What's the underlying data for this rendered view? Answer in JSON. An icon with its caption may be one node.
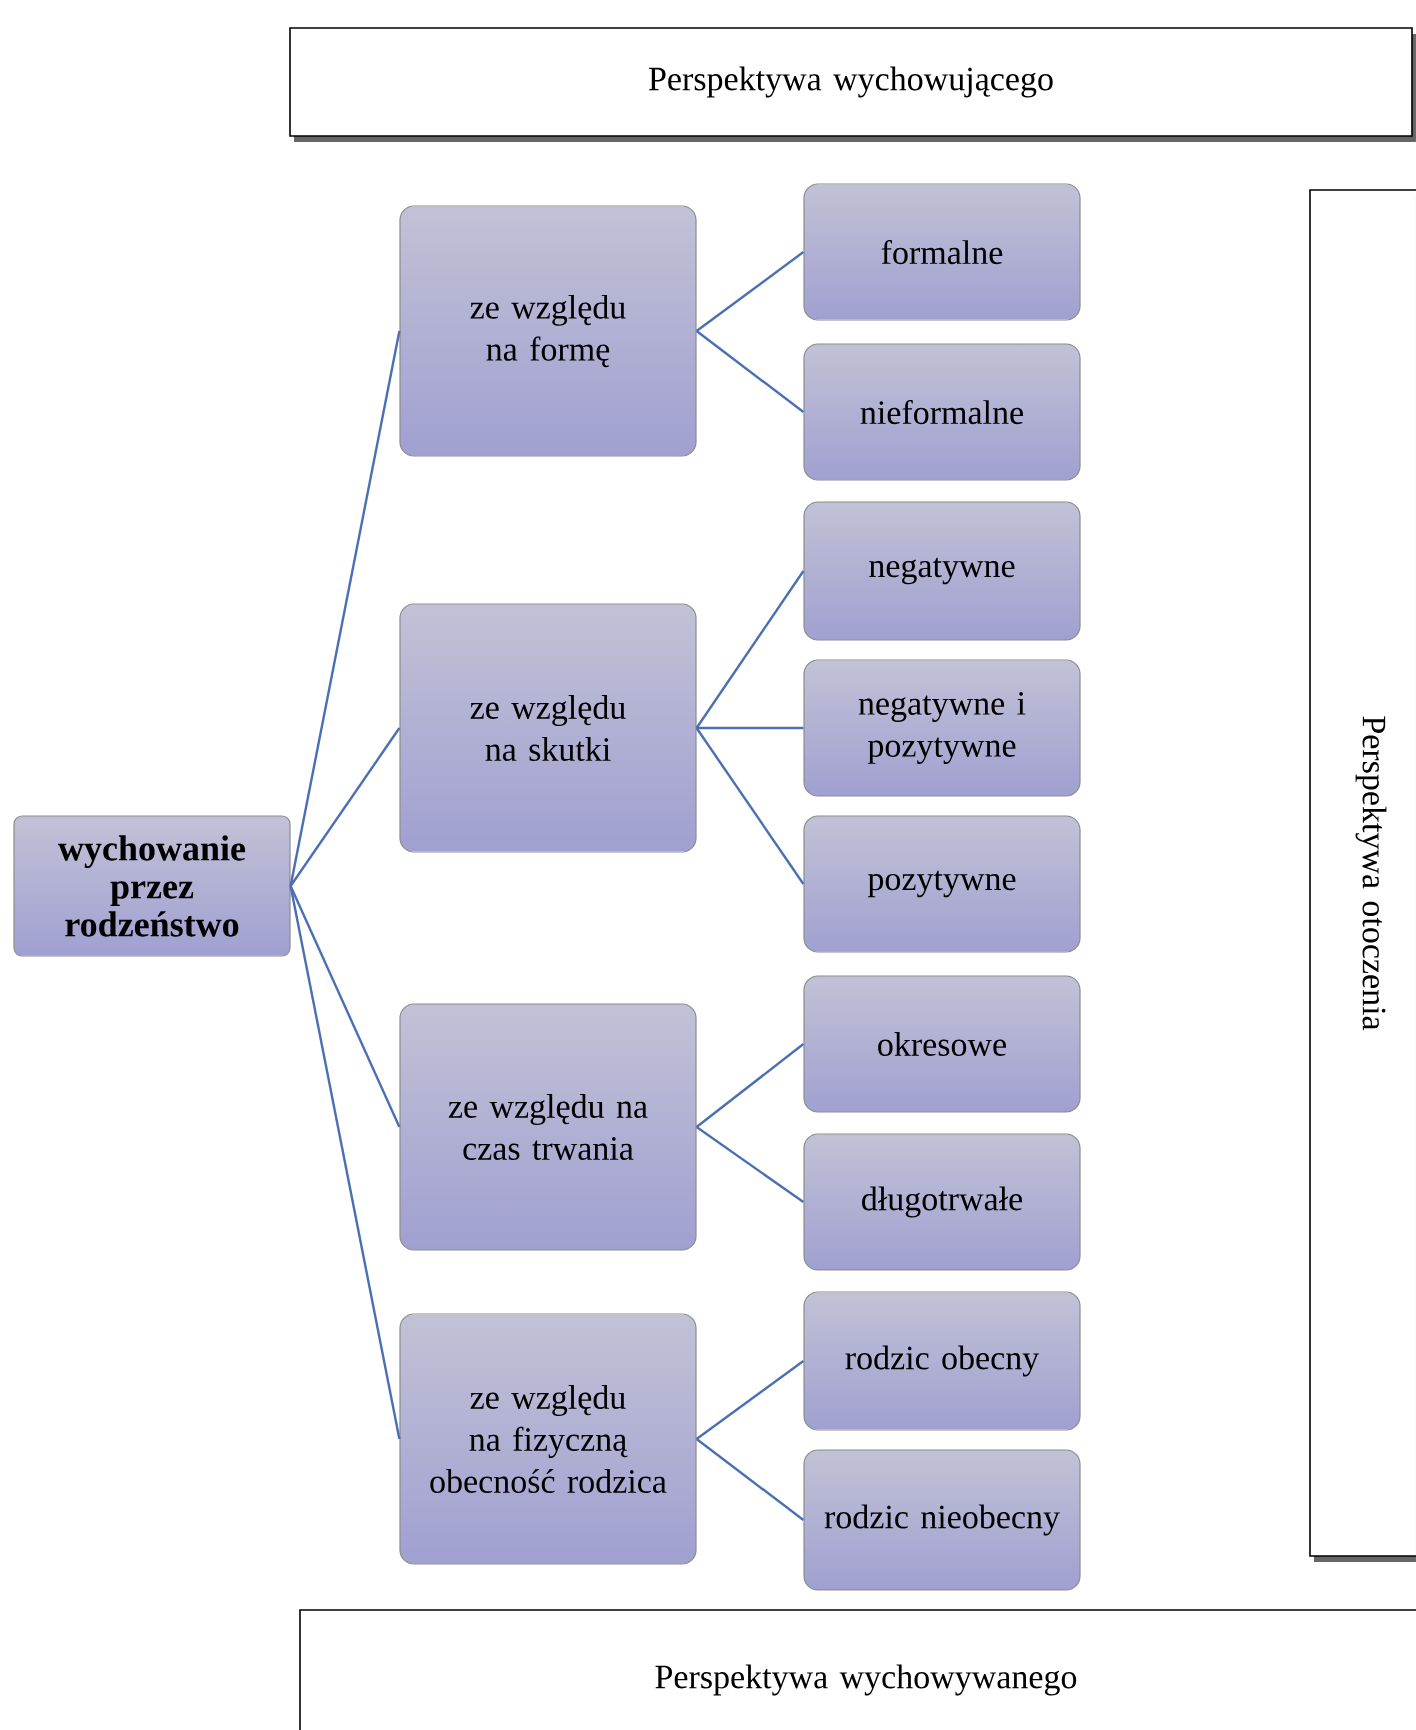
{
  "diagram": {
    "nodes": [
      {
        "text": [
          "Perspektywa wychowującego"
        ]
      },
      {
        "text": [
          "Perspektywa otoczenia"
        ]
      },
      {
        "text": [
          "Perspektywa wychowywanego"
        ]
      },
      {
        "text": [
          "wychowanie przez rodzeństwo"
        ]
      },
      {
        "text": [
          "ze względu na formę"
        ]
      },
      {
        "text": [
          "formalne"
        ]
      },
      {
        "text": [
          "nieformalne"
        ]
      },
      {
        "text": [
          "ze względu na skutki"
        ]
      },
      {
        "text": [
          "negatywne"
        ]
      },
      {
        "text": [
          "negatywne i pozytywne"
        ]
      },
      {
        "text": [
          "pozytywne"
        ]
      },
      {
        "text": [
          "ze względu na czas trwania"
        ]
      },
      {
        "text": [
          "okresowe"
        ]
      },
      {
        "text": [
          "długotrwałe"
        ]
      },
      {
        "text": [
          "ze względu na fizyczną obecność rodzica"
        ]
      },
      {
        "text": [
          "rodzic obecny"
        ]
      },
      {
        "text": [
          "rodzic nieobecny"
        ]
      }
    ],
    "edges": [
      {
        "from": 3,
        "to": 4,
        "arrow": "none"
      },
      {
        "from": 3,
        "to": 7,
        "arrow": "none"
      },
      {
        "from": 3,
        "to": 11,
        "arrow": "none"
      },
      {
        "from": 3,
        "to": 14,
        "arrow": "none"
      },
      {
        "from": 4,
        "to": 5,
        "arrow": "none"
      },
      {
        "from": 4,
        "to": 6,
        "arrow": "none"
      },
      {
        "from": 7,
        "to": 8,
        "arrow": "none"
      },
      {
        "from": 7,
        "to": 9,
        "arrow": "none"
      },
      {
        "from": 7,
        "to": 10,
        "arrow": "none"
      },
      {
        "from": 11,
        "to": 12,
        "arrow": "none"
      },
      {
        "from": 11,
        "to": 13,
        "arrow": "none"
      },
      {
        "from": 14,
        "to": 15,
        "arrow": "none"
      },
      {
        "from": 14,
        "to": 16,
        "arrow": "none"
      }
    ]
  }
}
